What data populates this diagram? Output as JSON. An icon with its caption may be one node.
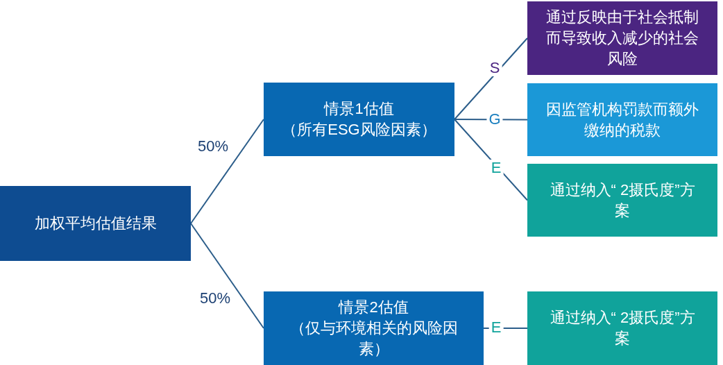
{
  "diagram": {
    "nodes": [
      {
        "text": [
          "加权平均估值结果"
        ]
      },
      {
        "text": [
          "情景1估值",
          "（所有ESG风险因素）"
        ]
      },
      {
        "text": [
          "通过反映由于社会抵制而导致收入减少的社会风险"
        ]
      },
      {
        "text": [
          "因监管机构罚款而额外缴纳的税款"
        ]
      },
      {
        "text": [
          "通过纳入“ 2摄氏度”方案"
        ]
      },
      {
        "text": [
          "情景2估值",
          "（仅与环境相关的风险因素）"
        ]
      },
      {
        "text": [
          "通过纳入“ 2摄氏度”方案"
        ]
      }
    ],
    "edges": [
      {
        "from": 0,
        "to": 1,
        "arrow": "none",
        "label": "50%"
      },
      {
        "from": 0,
        "to": 5,
        "arrow": "none",
        "label": "50%"
      },
      {
        "from": 1,
        "to": 2,
        "arrow": "none",
        "label": "S"
      },
      {
        "from": 1,
        "to": 3,
        "arrow": "none",
        "label": "G"
      },
      {
        "from": 1,
        "to": 4,
        "arrow": "none",
        "label": "E"
      },
      {
        "from": 5,
        "to": 6,
        "arrow": "none",
        "label": "E"
      }
    ]
  }
}
